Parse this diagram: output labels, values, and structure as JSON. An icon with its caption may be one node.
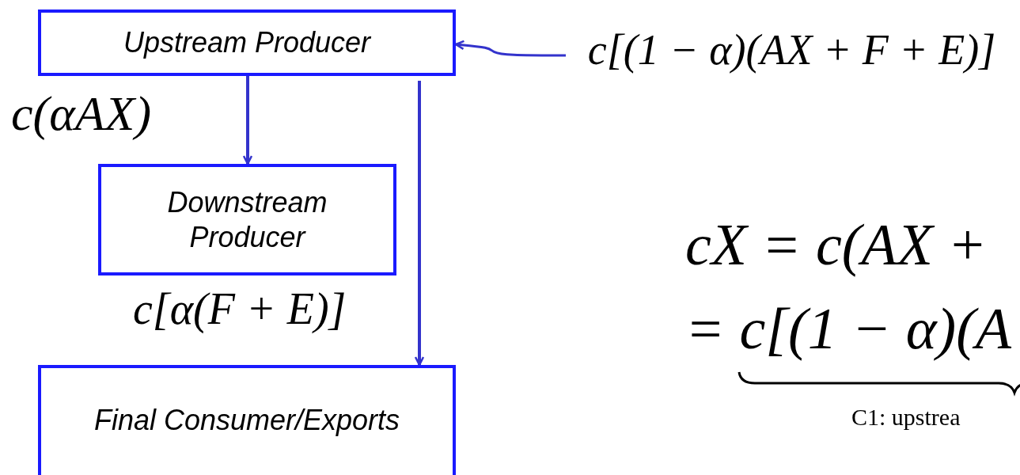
{
  "diagram": {
    "nodes": [
      {
        "text": [
          "Upstream Producer"
        ]
      },
      {
        "text": [
          "Downstream Producer"
        ],
        "beside": [
          "c[α(F + E)]"
        ]
      },
      {
        "text": [
          "Final Consumer/Exports"
        ]
      },
      {
        "text": [
          "c[(1 − α)(AX + F + E)]"
        ]
      }
    ],
    "edges": [
      {
        "from": 0,
        "to": 1,
        "arrow": "to",
        "label": "c(αAX)"
      },
      {
        "from": 0,
        "to": 2,
        "arrow": "to"
      },
      {
        "from": 3,
        "to": 0,
        "arrow": "to"
      }
    ],
    "labels": [
      "cX = c(AX +",
      "= c[(1 − α)(A",
      "C1: upstrea"
    ]
  }
}
